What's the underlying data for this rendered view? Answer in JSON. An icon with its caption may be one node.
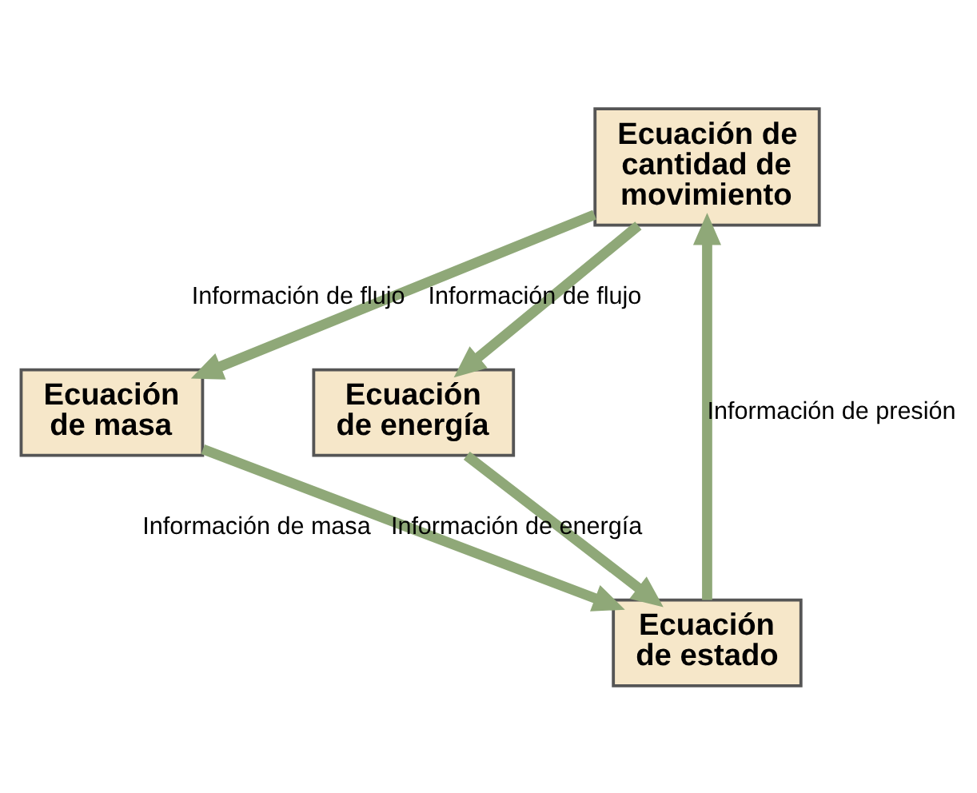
{
  "diagram": {
    "nodes": [
      {
        "text": [
          "Ecuación de cantidad de movimiento"
        ]
      },
      {
        "text": [
          "Ecuación de masa"
        ]
      },
      {
        "text": [
          "Ecuación de energía"
        ]
      },
      {
        "text": [
          "Ecuación de estado"
        ]
      }
    ],
    "edges": [
      {
        "from": 0,
        "to": 1,
        "arrow": "to",
        "label": "Información de flujo"
      },
      {
        "from": 0,
        "to": 2,
        "arrow": "to",
        "label": "Información de flujo"
      },
      {
        "from": 1,
        "to": 3,
        "arrow": "to",
        "label": "Información de masa"
      },
      {
        "from": 2,
        "to": 3,
        "arrow": "to",
        "label": "Información de energía"
      },
      {
        "from": 3,
        "to": 0,
        "arrow": "to",
        "label": "Información de presión"
      }
    ]
  }
}
